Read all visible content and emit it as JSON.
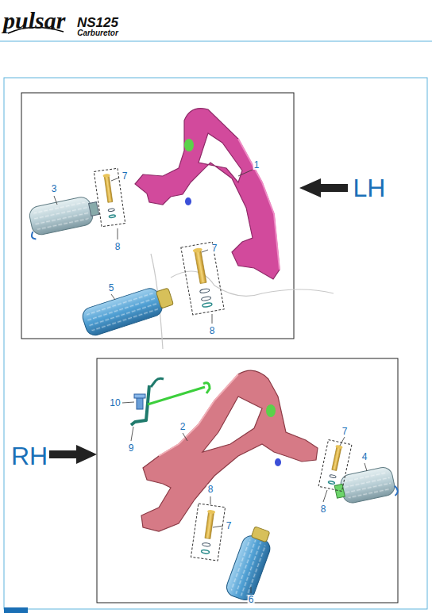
{
  "diagram": {
    "labels": [
      "pulsar",
      "NS125",
      "Carburetor",
      "1",
      "3",
      "7",
      "8",
      "7",
      "5",
      "8",
      "LH",
      "RH",
      "10",
      "9",
      "2",
      "7",
      "4",
      "8",
      "8",
      "7",
      "6"
    ]
  }
}
